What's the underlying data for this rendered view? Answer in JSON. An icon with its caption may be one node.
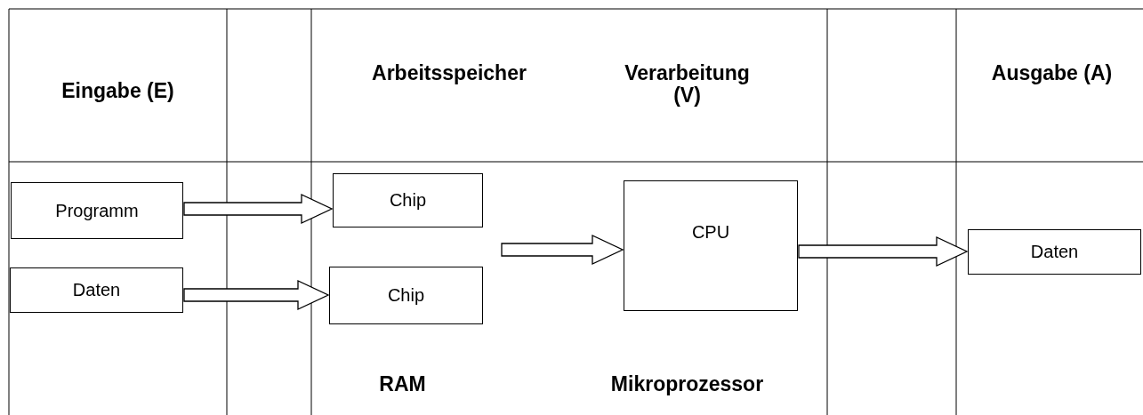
{
  "diagram": {
    "nodes": [
      {
        "text": [
          "Programm"
        ]
      },
      {
        "text": [
          "Daten"
        ]
      },
      {
        "text": [
          "Chip"
        ]
      },
      {
        "text": [
          "Chip"
        ]
      },
      {
        "text": [
          "CPU"
        ]
      },
      {
        "text": [
          "Daten"
        ]
      }
    ],
    "edges": [
      {
        "from": 0,
        "to": 2,
        "arrow": "to"
      },
      {
        "from": 1,
        "to": 3,
        "arrow": "to"
      },
      {
        "from": null,
        "to": 4,
        "arrow": "to"
      },
      {
        "from": 4,
        "to": 5,
        "arrow": "to"
      }
    ],
    "labels": [
      "Eingabe (E)",
      "Arbeitsspeicher",
      "Verarbeitung (V)",
      "Ausgabe (A)",
      "RAM",
      "Mikroprozessor"
    ]
  }
}
